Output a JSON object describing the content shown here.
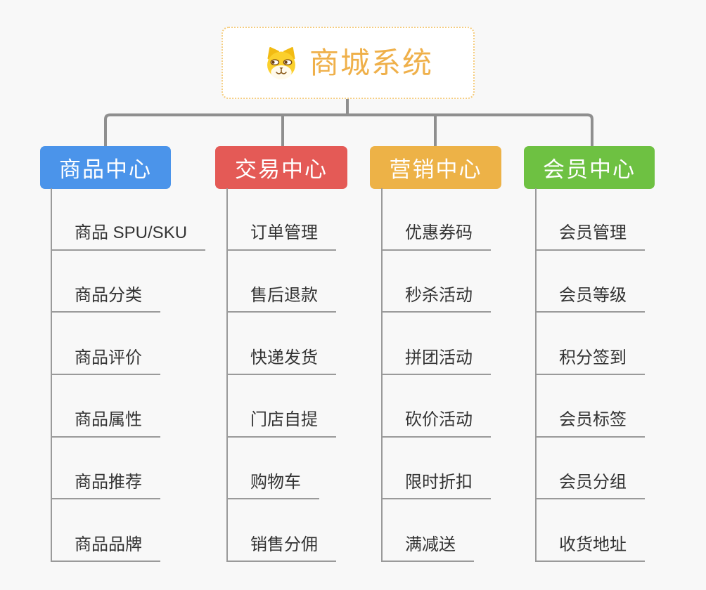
{
  "page": {
    "background": "#f8f8f8",
    "connector_color": "#8f8f8f",
    "tree_line_color": "#9a9a9a"
  },
  "root": {
    "title": "商城系统",
    "icon": "dog-icon",
    "title_color": "#efb04a",
    "border_color": "#f5cd80"
  },
  "branches": [
    {
      "label": "商品中心",
      "color": "#4b94ea",
      "children": [
        "商品 SPU/SKU",
        "商品分类",
        "商品评价",
        "商品属性",
        "商品推荐",
        "商品品牌"
      ]
    },
    {
      "label": "交易中心",
      "color": "#e45a56",
      "children": [
        "订单管理",
        "售后退款",
        "快递发货",
        "门店自提",
        "购物车",
        "销售分佣"
      ]
    },
    {
      "label": "营销中心",
      "color": "#edb247",
      "children": [
        "优惠券码",
        "秒杀活动",
        "拼团活动",
        "砍价活动",
        "限时折扣",
        "满减送"
      ]
    },
    {
      "label": "会员中心",
      "color": "#6ec142",
      "children": [
        "会员管理",
        "会员等级",
        "积分签到",
        "会员标签",
        "会员分组",
        "收货地址"
      ]
    }
  ]
}
